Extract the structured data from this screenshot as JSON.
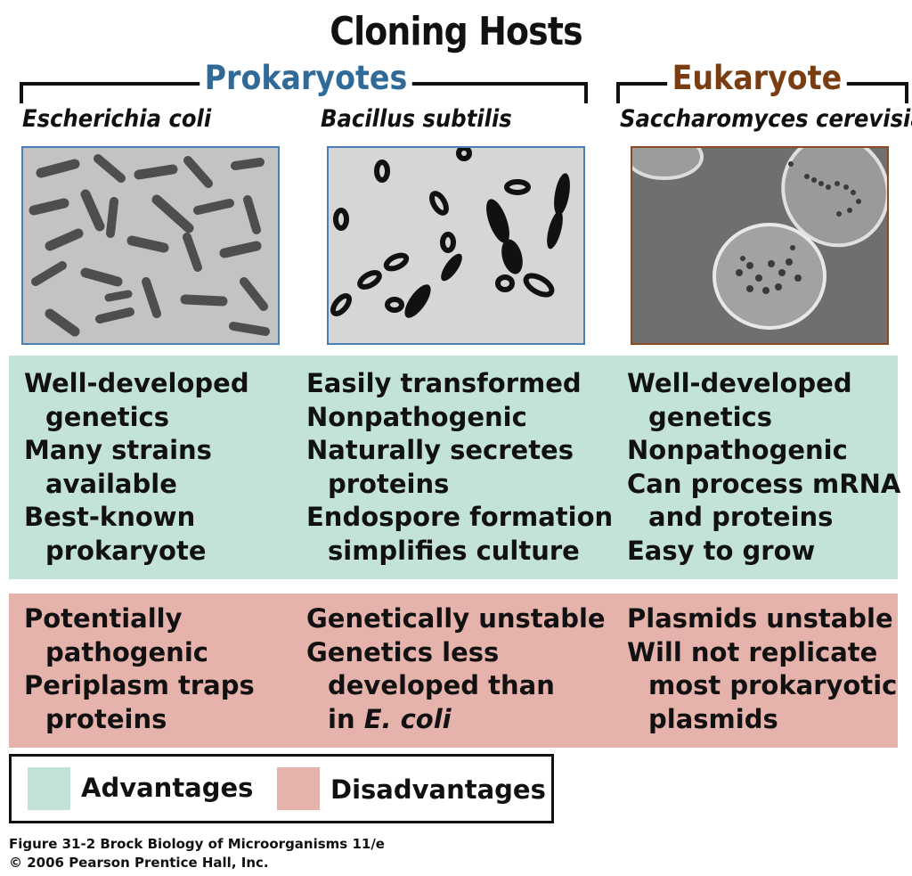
{
  "title": "Cloning Hosts",
  "groups": {
    "prokaryotes": {
      "label": "Prokaryotes",
      "color": "#2f6a99"
    },
    "eukaryote": {
      "label": "Eukaryote",
      "color": "#7a3d12"
    }
  },
  "organisms": [
    {
      "name": "Escherichia coli",
      "photo": "rod-shaped bacteria micrograph"
    },
    {
      "name": "Bacillus subtilis",
      "photo": "endospore-forming rods micrograph"
    },
    {
      "name": "Saccharomyces cerevisiae",
      "photo": "budding yeast cells micrograph"
    }
  ],
  "advantages": [
    {
      "items": [
        {
          "lines": [
            "Well-developed",
            "genetics"
          ]
        },
        {
          "lines": [
            "Many strains",
            "available"
          ]
        },
        {
          "lines": [
            "Best-known",
            "prokaryote"
          ]
        }
      ]
    },
    {
      "items": [
        {
          "lines": [
            "Easily transformed"
          ]
        },
        {
          "lines": [
            "Nonpathogenic"
          ]
        },
        {
          "lines": [
            "Naturally secretes",
            "proteins"
          ]
        },
        {
          "lines": [
            "Endospore formation",
            "simplifies culture"
          ]
        }
      ]
    },
    {
      "items": [
        {
          "lines": [
            "Well-developed",
            "genetics"
          ]
        },
        {
          "lines": [
            "Nonpathogenic"
          ]
        },
        {
          "lines": [
            "Can process mRNA",
            "and proteins"
          ]
        },
        {
          "lines": [
            "Easy to grow"
          ]
        }
      ]
    }
  ],
  "disadvantages": [
    {
      "items": [
        {
          "lines": [
            "Potentially",
            "pathogenic"
          ]
        },
        {
          "lines": [
            "Periplasm traps",
            "proteins"
          ]
        }
      ]
    },
    {
      "items": [
        {
          "lines": [
            "Genetically unstable"
          ]
        },
        {
          "lines": [
            "Genetics less",
            "developed than"
          ],
          "tail_prefix": "in ",
          "tail_italic": "E. coli"
        }
      ]
    },
    {
      "items": [
        {
          "lines": [
            "Plasmids unstable"
          ]
        },
        {
          "lines": [
            "Will not replicate",
            "most prokaryotic",
            "plasmids"
          ]
        }
      ]
    }
  ],
  "legend": {
    "advantages": {
      "label": "Advantages",
      "color": "#c3e3d8"
    },
    "disadvantages": {
      "label": "Disadvantages",
      "color": "#e6b2ac"
    }
  },
  "caption": {
    "line1": "Figure 31-2  Brock Biology of Microorganisms 11/e",
    "line2": "© 2006 Pearson Prentice Hall, Inc."
  }
}
